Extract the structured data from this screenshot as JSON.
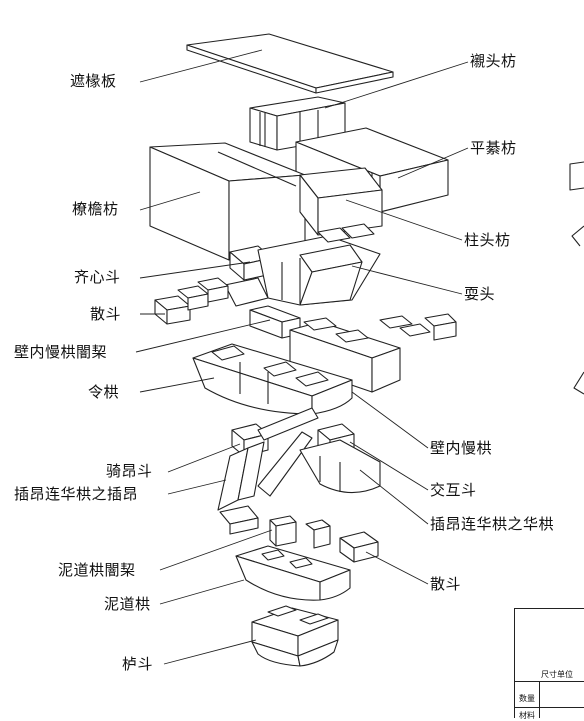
{
  "labels": {
    "zheyuanban": "遮椽板",
    "chentoufang": "襯头枋",
    "pingqifang": "平綦枋",
    "liaoyanfang": "橑檐枋",
    "zhutoufang": "柱头枋",
    "qixindou": "齐心斗",
    "shuatou": "耍头",
    "sandou_top": "散斗",
    "bineimangong_sanjia": "壁内慢栱闇栔",
    "linggong": "令栱",
    "bineimangong": "壁内慢栱",
    "qiangdou": "骑昂斗",
    "jiaohudou": "交互斗",
    "chaang_ang": "插昂连华栱之插昂",
    "chaang_huagong": "插昂连华栱之华栱",
    "nidaogong_sanjia": "泥道栱闇栔",
    "sandou_bottom": "散斗",
    "nidaogong": "泥道栱",
    "ludou": "栌斗"
  },
  "title_block": {
    "unit_label": "尺寸单位",
    "qty_label": "数量",
    "material_label": "材料"
  },
  "colors": {
    "line": "#222222",
    "fill": "#ffffff",
    "shade": "#d9d9d9"
  }
}
